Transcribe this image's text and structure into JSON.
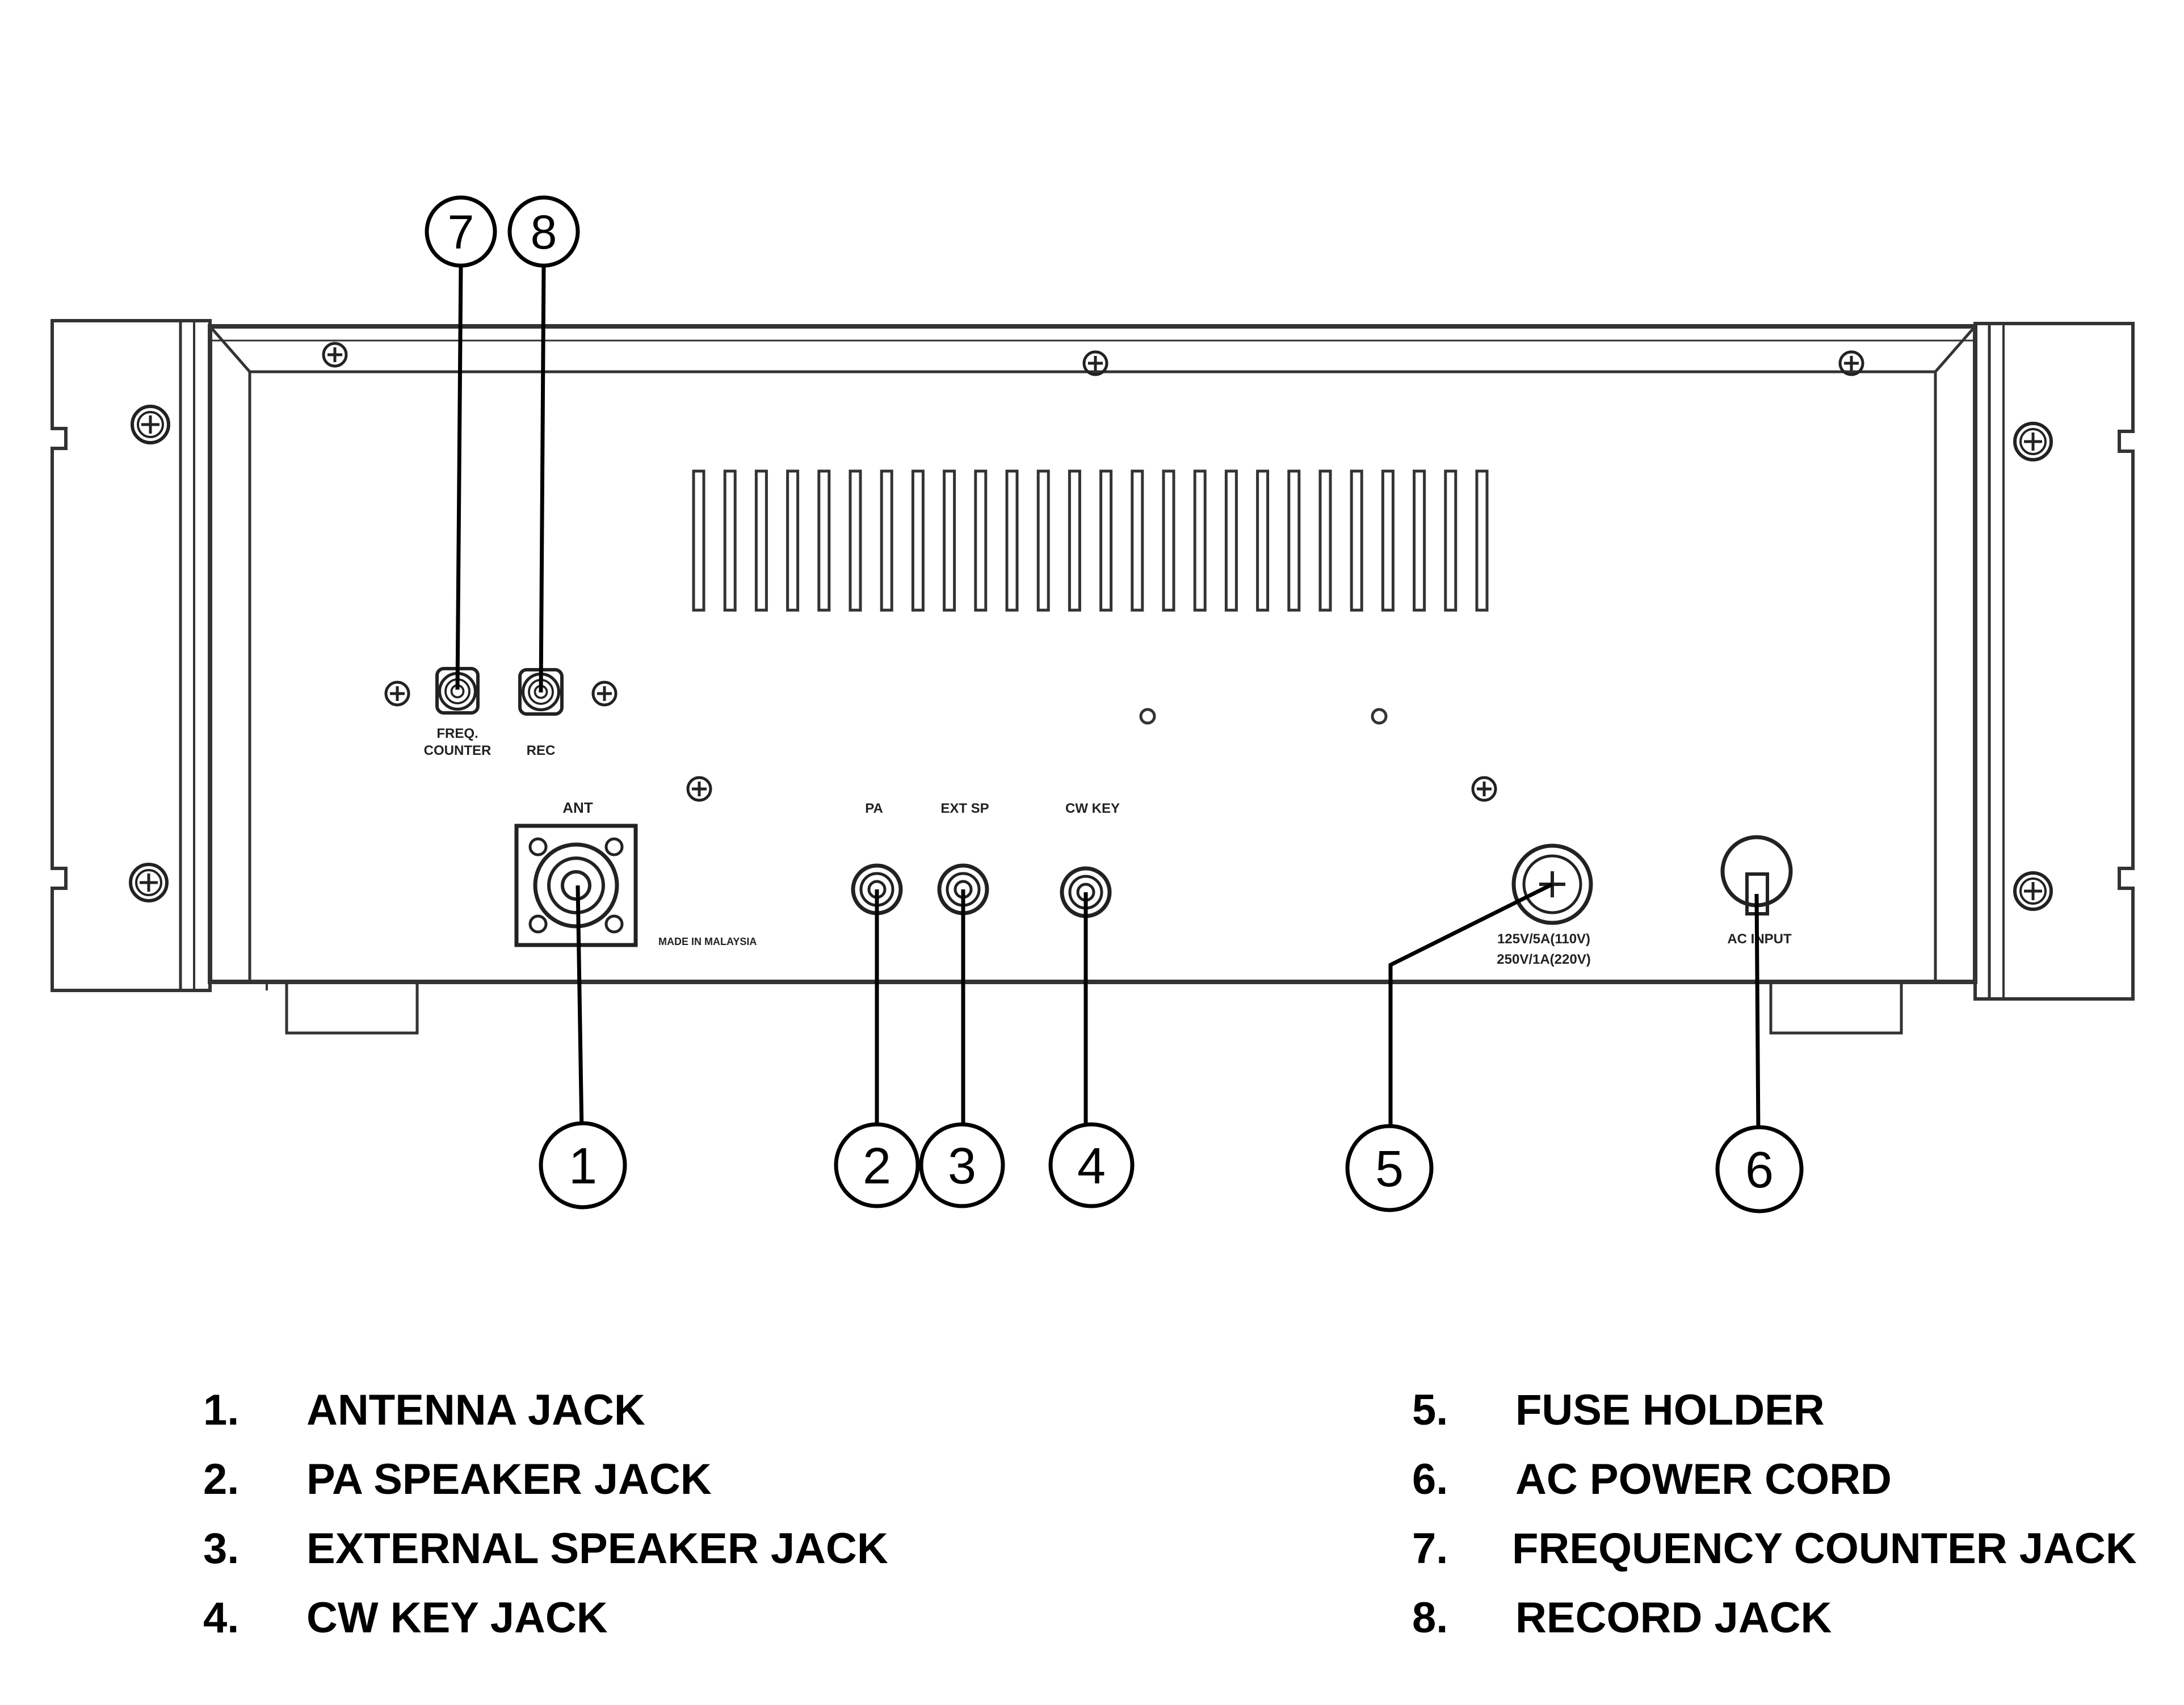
{
  "panel_labels": {
    "freq_counter_line1": "FREQ.",
    "freq_counter_line2": "COUNTER",
    "rec": "REC",
    "ant": "ANT",
    "made_in": "MADE IN MALAYSIA",
    "pa": "PA",
    "ext_sp": "EXT SP",
    "cw_key": "CW KEY",
    "fuse_rating_1": "125V/5A(110V)",
    "fuse_rating_2": "250V/1A(220V)",
    "ac_input": "AC INPUT"
  },
  "callouts": [
    "1",
    "2",
    "3",
    "4",
    "5",
    "6",
    "7",
    "8"
  ],
  "legend": [
    {
      "num": "1.",
      "text": "ANTENNA JACK"
    },
    {
      "num": "2.",
      "text": "PA SPEAKER JACK"
    },
    {
      "num": "3.",
      "text": "EXTERNAL SPEAKER JACK"
    },
    {
      "num": "4.",
      "text": "CW KEY JACK"
    },
    {
      "num": "5.",
      "text": "FUSE HOLDER"
    },
    {
      "num": "6.",
      "text": "AC POWER CORD"
    },
    {
      "num": "7.",
      "text": "FREQUENCY COUNTER JACK"
    },
    {
      "num": "8.",
      "text": "RECORD JACK"
    }
  ]
}
